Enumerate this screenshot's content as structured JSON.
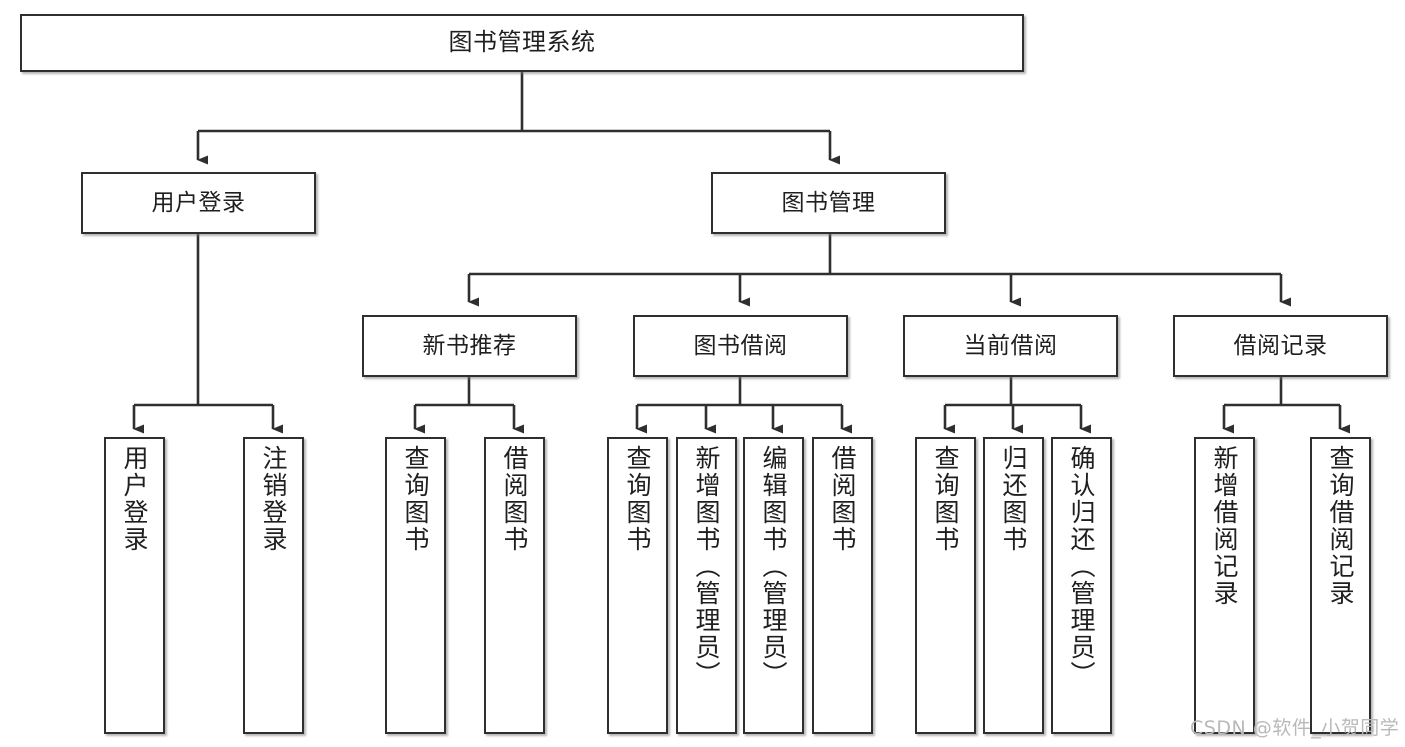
{
  "diagram": {
    "title": "图书管理系统",
    "type": "tree",
    "watermark": "CSDN @软件_小贺同学",
    "colors": {
      "background": "#ffffff",
      "node_border": "#2f2f2f",
      "node_fill": "#ffffff",
      "edge": "#2f2f2f",
      "text": "#1f1f1f",
      "watermark": "#b9b9b9"
    },
    "levels": {
      "root": {
        "label": "图书管理系统"
      },
      "level2": [
        {
          "id": "user-login",
          "label": "用户登录"
        },
        {
          "id": "book-manage",
          "label": "图书管理"
        }
      ],
      "level3": [
        {
          "id": "new-book-recommend",
          "label": "新书推荐",
          "parent": "book-manage"
        },
        {
          "id": "book-borrow",
          "label": "图书借阅",
          "parent": "book-manage"
        },
        {
          "id": "current-borrow",
          "label": "当前借阅",
          "parent": "book-manage"
        },
        {
          "id": "borrow-record",
          "label": "借阅记录",
          "parent": "book-manage"
        }
      ],
      "leaves": [
        {
          "id": "leaf-user-login",
          "label": "用户登录",
          "parent": "user-login"
        },
        {
          "id": "leaf-logout-login",
          "label": "注销登录",
          "parent": "user-login"
        },
        {
          "id": "leaf-query-book-1",
          "label": "查询图书",
          "parent": "new-book-recommend"
        },
        {
          "id": "leaf-borrow-book-1",
          "label": "借阅图书",
          "parent": "new-book-recommend"
        },
        {
          "id": "leaf-query-book-2",
          "label": "查询图书",
          "parent": "book-borrow"
        },
        {
          "id": "leaf-add-book",
          "label": "新增图书（管理员）",
          "parent": "book-borrow"
        },
        {
          "id": "leaf-edit-book",
          "label": "编辑图书（管理员）",
          "parent": "book-borrow"
        },
        {
          "id": "leaf-borrow-book-2",
          "label": "借阅图书",
          "parent": "book-borrow"
        },
        {
          "id": "leaf-query-book-3",
          "label": "查询图书",
          "parent": "current-borrow"
        },
        {
          "id": "leaf-return-book",
          "label": "归还图书",
          "parent": "current-borrow"
        },
        {
          "id": "leaf-confirm-return",
          "label": "确认归还（管理员）",
          "parent": "current-borrow"
        },
        {
          "id": "leaf-add-record",
          "label": "新增借阅记录",
          "parent": "borrow-record"
        },
        {
          "id": "leaf-query-record",
          "label": "查询借阅记录",
          "parent": "borrow-record"
        }
      ]
    }
  }
}
